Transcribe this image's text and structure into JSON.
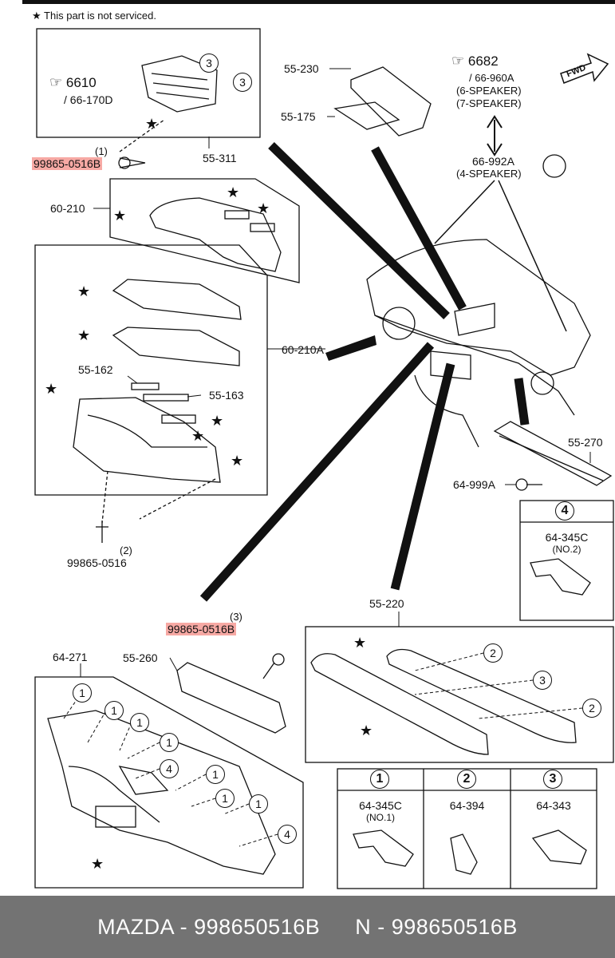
{
  "note": {
    "icon": "star-icon",
    "text": "This part is not serviced."
  },
  "callouts": {
    "box_6610": {
      "main": "6610",
      "sub": "/ 66-170D"
    },
    "box_6682": {
      "main": "6682",
      "sub1": "/ 66-960A",
      "sub2": "(6-SPEAKER)",
      "sub3": "(7-SPEAKER)"
    }
  },
  "labels": {
    "p55_230": "55-230",
    "p55_175": "55-175",
    "p55_311": "55-311",
    "p66_992a": "66-992A",
    "p66_992a_sub": "(4-SPEAKER)",
    "fwd": "FWD",
    "bolt1_qty": "(1)",
    "bolt1_part": "99865-0516B",
    "p60_210": "60-210",
    "p60_210a": "60-210A",
    "p55_162": "55-162",
    "p55_163": "55-163",
    "bolt2_qty": "(2)",
    "bolt2_part": "99865-0516",
    "p55_270": "55-270",
    "p64_999a": "64-999A",
    "p55_220": "55-220",
    "bolt3_qty": "(3)",
    "bolt3_part": "99865-0516B",
    "p64_271": "64-271",
    "p55_260": "55-260"
  },
  "clip_legend": [
    {
      "num": "1",
      "part": "64-345C",
      "sub": "(NO.1)"
    },
    {
      "num": "2",
      "part": "64-394",
      "sub": ""
    },
    {
      "num": "3",
      "part": "64-343",
      "sub": ""
    },
    {
      "num": "4",
      "part": "64-345C",
      "sub": "(NO.2)"
    }
  ],
  "highlight_color": "#f7a9a4",
  "footer": {
    "left": "MAZDA - 998650516B",
    "right": "N - 998650516B"
  }
}
